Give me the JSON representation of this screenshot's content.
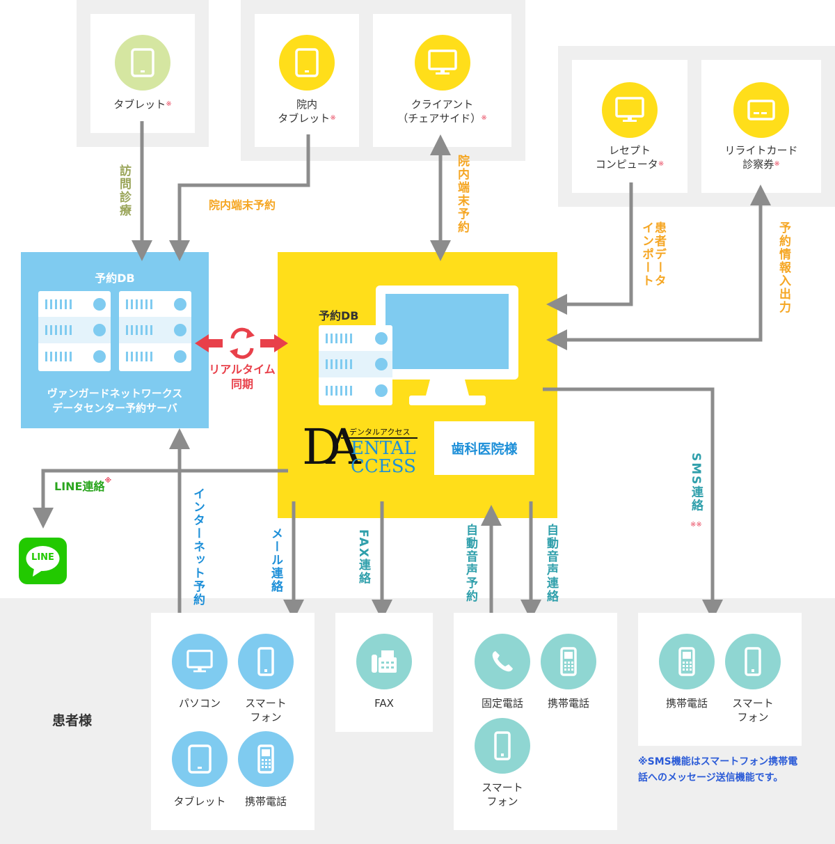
{
  "mark": "※",
  "top_devices": {
    "tablet": {
      "label": "タブレット",
      "icon": "tablet-icon"
    },
    "clinic_tablet": {
      "label": "院内\nタブレット",
      "icon": "tablet-icon"
    },
    "client": {
      "label": "クライアント\n（チェアサイド）",
      "icon": "monitor-icon"
    },
    "receipt_computer": {
      "label": "レセプト\nコンピュータ",
      "icon": "monitor-icon"
    },
    "rewrite_card": {
      "label": "リライトカード\n診察券",
      "icon": "card-icon"
    }
  },
  "flows": {
    "home_visit": "訪問診療",
    "clinic_terminal_booking": "院内端末予約",
    "clinic_terminal_booking_vertical": "院内端末予約",
    "patient_data_import": "患者データ\nインポート",
    "booking_info_io": "予約情報入出力",
    "realtime_sync": "リアルタイム\n同期",
    "line_contact": "LINE連絡",
    "internet_booking": "インターネット予約",
    "mail_contact": "メール連絡",
    "fax_contact": "FAX連絡",
    "auto_voice_booking": "自動音声予約",
    "auto_voice_contact": "自動音声連絡",
    "sms_contact": "SMS連絡",
    "sms_marks": "※※"
  },
  "server": {
    "db_label": "予約DB",
    "name": "ヴァンガードネットワークス\nデータセンター予約サーバ"
  },
  "clinic": {
    "db_label": "予約DB",
    "logo_kana": "デンタルアクセス",
    "logo_line1": "ENTAL",
    "logo_line2": "CCESS",
    "logo_letters": "DA",
    "name": "歯科医院様"
  },
  "line_logo": "LINE",
  "patient_label": "患者様",
  "patient_groups": {
    "internet": [
      {
        "label": "パソコン",
        "icon": "monitor-icon"
      },
      {
        "label": "スマート\nフォン",
        "icon": "smartphone-icon"
      },
      {
        "label": "タブレット",
        "icon": "tablet-icon"
      },
      {
        "label": "携帯電話",
        "icon": "feature-phone-icon"
      }
    ],
    "fax": [
      {
        "label": "FAX",
        "icon": "fax-icon"
      }
    ],
    "voice": [
      {
        "label": "固定電話",
        "icon": "phone-handset-icon"
      },
      {
        "label": "携帯電話",
        "icon": "feature-phone-icon"
      },
      {
        "label": "スマート\nフォン",
        "icon": "smartphone-icon"
      }
    ],
    "sms": [
      {
        "label": "携帯電話",
        "icon": "feature-phone-icon"
      },
      {
        "label": "スマート\nフォン",
        "icon": "smartphone-icon"
      }
    ]
  },
  "sms_note": "※SMS機能はスマートフォン携帯電話へのメッセージ送信機能です。",
  "colors": {
    "yellow": "#ffde1a",
    "light_blue": "#7fcbf0",
    "green_circle": "#d5e6a1",
    "teal_circle": "#8fd6d2",
    "arrow_gray": "#8c8c8c",
    "sync_red": "#e8404a",
    "line_green": "#22c900"
  }
}
